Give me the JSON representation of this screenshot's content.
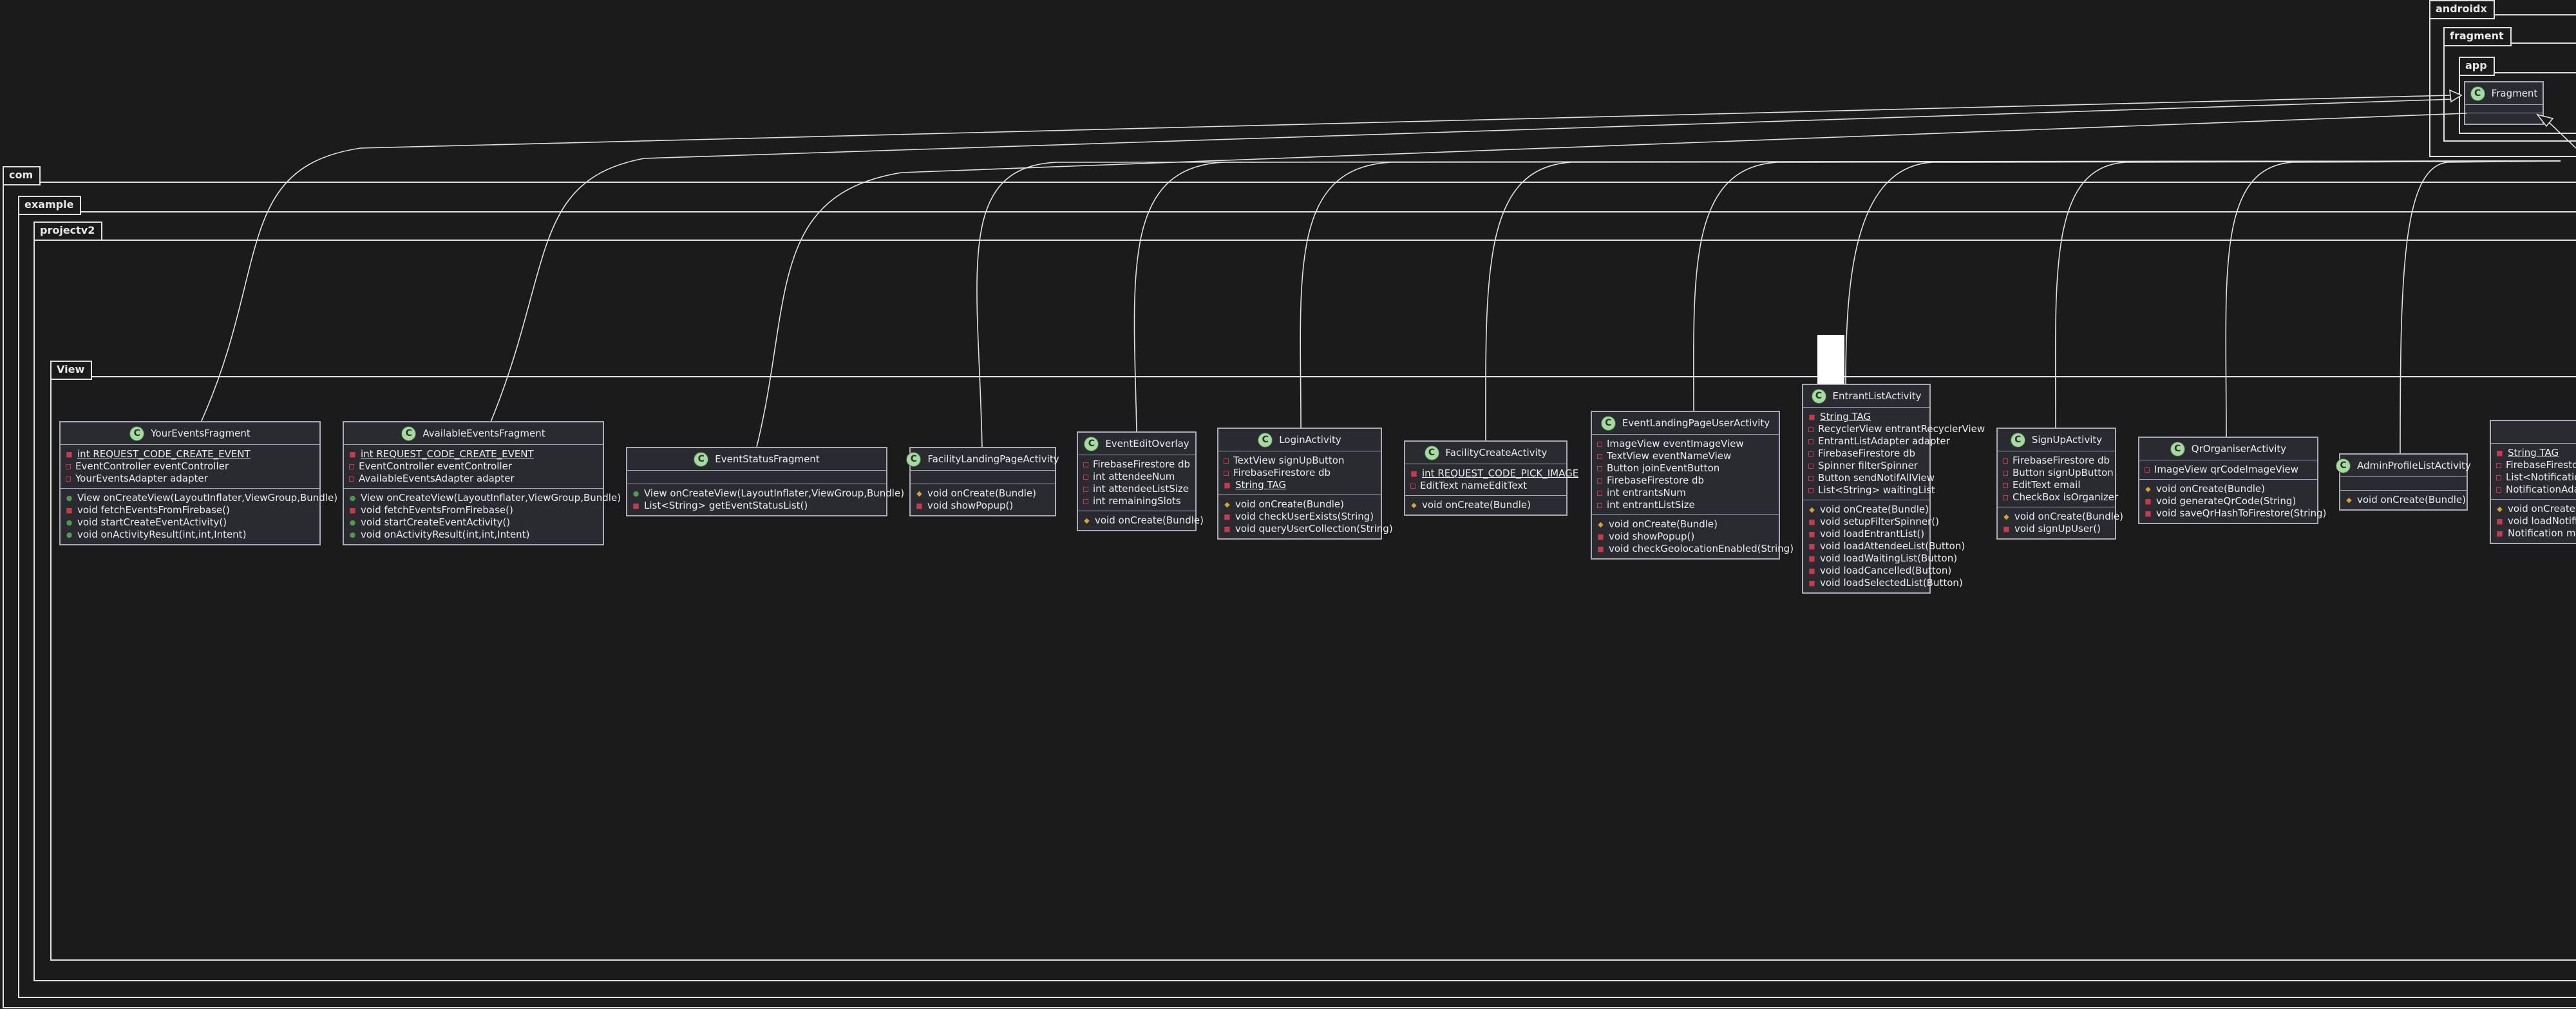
{
  "packages": {
    "androidx": "androidx",
    "fragment": "fragment",
    "app": "app",
    "com": "com",
    "example": "example",
    "projectv2": "projectv2",
    "view": "View"
  },
  "fragment_class": "Fragment",
  "classes": [
    {
      "name": "YourEventsFragment",
      "fields": [
        {
          "vis": "priv",
          "text": "int REQUEST_CODE_CREATE_EVENT",
          "static": true
        },
        {
          "vis": "privf",
          "text": "EventController eventController"
        },
        {
          "vis": "privf",
          "text": "YourEventsAdapter adapter"
        }
      ],
      "methods": [
        {
          "vis": "pub",
          "text": "View onCreateView(LayoutInflater,ViewGroup,Bundle)"
        },
        {
          "vis": "priv",
          "text": "void fetchEventsFromFirebase()"
        },
        {
          "vis": "pub",
          "text": "void startCreateEventActivity()"
        },
        {
          "vis": "pub",
          "text": "void onActivityResult(int,int,Intent)"
        }
      ]
    },
    {
      "name": "AvailableEventsFragment",
      "fields": [
        {
          "vis": "priv",
          "text": "int REQUEST_CODE_CREATE_EVENT",
          "static": true
        },
        {
          "vis": "privf",
          "text": "EventController eventController"
        },
        {
          "vis": "privf",
          "text": "AvailableEventsAdapter adapter"
        }
      ],
      "methods": [
        {
          "vis": "pub",
          "text": "View onCreateView(LayoutInflater,ViewGroup,Bundle)"
        },
        {
          "vis": "priv",
          "text": "void fetchEventsFromFirebase()"
        },
        {
          "vis": "pub",
          "text": "void startCreateEventActivity()"
        },
        {
          "vis": "pub",
          "text": "void onActivityResult(int,int,Intent)"
        }
      ]
    },
    {
      "name": "EventStatusFragment",
      "fields": [],
      "methods": [
        {
          "vis": "pub",
          "text": "View onCreateView(LayoutInflater,ViewGroup,Bundle)"
        },
        {
          "vis": "priv",
          "text": "List<String> getEventStatusList()"
        }
      ]
    },
    {
      "name": "FacilityLandingPageActivity",
      "fields": [],
      "methods": [
        {
          "vis": "prot",
          "text": "void onCreate(Bundle)"
        },
        {
          "vis": "priv",
          "text": "void showPopup()"
        }
      ]
    },
    {
      "name": "EventEditOverlay",
      "fields": [
        {
          "vis": "privf",
          "text": "FirebaseFirestore db"
        },
        {
          "vis": "privf",
          "text": "int attendeeNum"
        },
        {
          "vis": "privf",
          "text": "int attendeeListSize"
        },
        {
          "vis": "privf",
          "text": "int remainingSlots"
        }
      ],
      "methods": [
        {
          "vis": "prot",
          "text": "void onCreate(Bundle)"
        }
      ]
    },
    {
      "name": "LoginActivity",
      "fields": [
        {
          "vis": "privf",
          "text": "TextView signUpButton"
        },
        {
          "vis": "privf",
          "text": "FirebaseFirestore db"
        },
        {
          "vis": "priv",
          "text": "String TAG",
          "static": true
        }
      ],
      "methods": [
        {
          "vis": "prot",
          "text": "void onCreate(Bundle)"
        },
        {
          "vis": "priv",
          "text": "void checkUserExists(String)"
        },
        {
          "vis": "priv",
          "text": "void queryUserCollection(String)"
        }
      ]
    },
    {
      "name": "FacilityCreateActivity",
      "fields": [
        {
          "vis": "priv",
          "text": "int REQUEST_CODE_PICK_IMAGE",
          "static": true
        },
        {
          "vis": "privf",
          "text": "EditText nameEditText"
        }
      ],
      "methods": [
        {
          "vis": "prot",
          "text": "void onCreate(Bundle)"
        }
      ]
    },
    {
      "name": "EventLandingPageUserActivity",
      "fields": [
        {
          "vis": "privf",
          "text": "ImageView eventImageView"
        },
        {
          "vis": "privf",
          "text": "TextView eventNameView"
        },
        {
          "vis": "privf",
          "text": "Button joinEventButton"
        },
        {
          "vis": "privf",
          "text": "FirebaseFirestore db"
        },
        {
          "vis": "privf",
          "text": "int entrantsNum"
        },
        {
          "vis": "privf",
          "text": "int entrantListSize"
        }
      ],
      "methods": [
        {
          "vis": "prot",
          "text": "void onCreate(Bundle)"
        },
        {
          "vis": "priv",
          "text": "void showPopup()"
        },
        {
          "vis": "priv",
          "text": "void checkGeolocationEnabled(String)"
        }
      ]
    },
    {
      "name": "EntrantListActivity",
      "fields": [
        {
          "vis": "priv",
          "text": "String TAG",
          "static": true
        },
        {
          "vis": "privf",
          "text": "RecyclerView entrantRecyclerView"
        },
        {
          "vis": "privf",
          "text": "EntrantListAdapter adapter"
        },
        {
          "vis": "privf",
          "text": "FirebaseFirestore db"
        },
        {
          "vis": "privf",
          "text": "Spinner filterSpinner"
        },
        {
          "vis": "privf",
          "text": "Button sendNotifAllView"
        },
        {
          "vis": "privf",
          "text": "List<String> waitingList"
        }
      ],
      "methods": [
        {
          "vis": "prot",
          "text": "void onCreate(Bundle)"
        },
        {
          "vis": "priv",
          "text": "void setupFilterSpinner()"
        },
        {
          "vis": "priv",
          "text": "void loadEntrantList()"
        },
        {
          "vis": "priv",
          "text": "void loadAttendeeList(Button)"
        },
        {
          "vis": "priv",
          "text": "void loadWaitingList(Button)"
        },
        {
          "vis": "priv",
          "text": "void loadCancelled(Button)"
        },
        {
          "vis": "priv",
          "text": "void loadSelectedList(Button)"
        }
      ]
    },
    {
      "name": "SignUpActivity",
      "fields": [
        {
          "vis": "privf",
          "text": "FirebaseFirestore db"
        },
        {
          "vis": "privf",
          "text": "Button signUpButton"
        },
        {
          "vis": "privf",
          "text": "EditText email"
        },
        {
          "vis": "privf",
          "text": "CheckBox isOrganizer"
        }
      ],
      "methods": [
        {
          "vis": "prot",
          "text": "void onCreate(Bundle)"
        },
        {
          "vis": "priv",
          "text": "void signUpUser()"
        }
      ]
    },
    {
      "name": "QrOrganiserActivity",
      "fields": [
        {
          "vis": "privf",
          "text": "ImageView qrCodeImageView"
        }
      ],
      "methods": [
        {
          "vis": "prot",
          "text": "void onCreate(Bundle)"
        },
        {
          "vis": "priv",
          "text": "void generateQrCode(String)"
        },
        {
          "vis": "priv",
          "text": "void saveQrHashToFirestore(String)"
        }
      ]
    },
    {
      "name": "AdminProfileListActivity",
      "fields": [],
      "methods": [
        {
          "vis": "prot",
          "text": "void onCreate(Bundle)"
        }
      ]
    },
    {
      "name": "",
      "fields": [
        {
          "vis": "priv",
          "text": "String TAG",
          "static": true
        },
        {
          "vis": "privf",
          "text": "FirebaseFirestor"
        },
        {
          "vis": "privf",
          "text": "List<Notificatio"
        },
        {
          "vis": "privf",
          "text": "NotificationAdap"
        }
      ],
      "methods": [
        {
          "vis": "prot",
          "text": "void onCreate(B"
        },
        {
          "vis": "priv",
          "text": "void loadNotific"
        },
        {
          "vis": "priv",
          "text": "Notification map"
        }
      ]
    }
  ]
}
